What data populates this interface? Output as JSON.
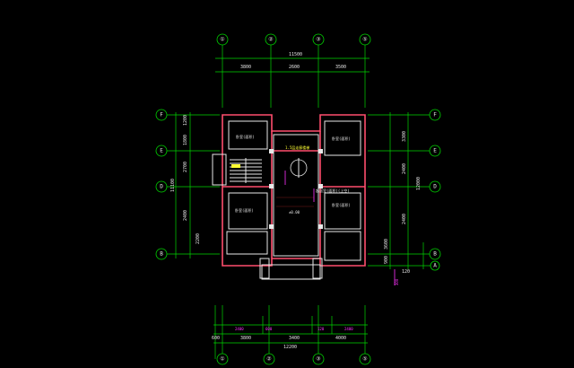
{
  "top_dims": {
    "overall": "11500",
    "segments": [
      "3800",
      "2600",
      "3500"
    ]
  },
  "bottom_dims": {
    "overall": "12200",
    "main": [
      "600",
      "3800",
      "3400",
      "4000"
    ],
    "sub": [
      "2400",
      "600",
      "120",
      "2400"
    ]
  },
  "left_dims": {
    "overall": "11100",
    "segments": [
      "1200",
      "1800",
      "2700",
      "2400",
      "2200"
    ]
  },
  "right_dims": {
    "overall": "12000",
    "segments": [
      "3300",
      "2400",
      "2400",
      "3600",
      "900"
    ],
    "extra": "120",
    "pink": "300"
  },
  "top_axes": [
    "①",
    "②",
    "③",
    "⑤"
  ],
  "bottom_axes": [
    "①",
    "②",
    "③",
    "⑤"
  ],
  "left_axes": [
    "F",
    "E",
    "D",
    "B"
  ],
  "right_axes": [
    "F",
    "E",
    "D",
    "B",
    "A"
  ],
  "rooms": {
    "bedroom_nw": "卧室(面积)",
    "bedroom_ne": "卧室(面积)",
    "bedroom_sw": "卧室(面积)",
    "bedroom_se": "卧室(面积)",
    "hall_label": "1.5层走廊楼梯",
    "middle_label": "起居室(面积)(上空)",
    "elev": "±0.00"
  }
}
